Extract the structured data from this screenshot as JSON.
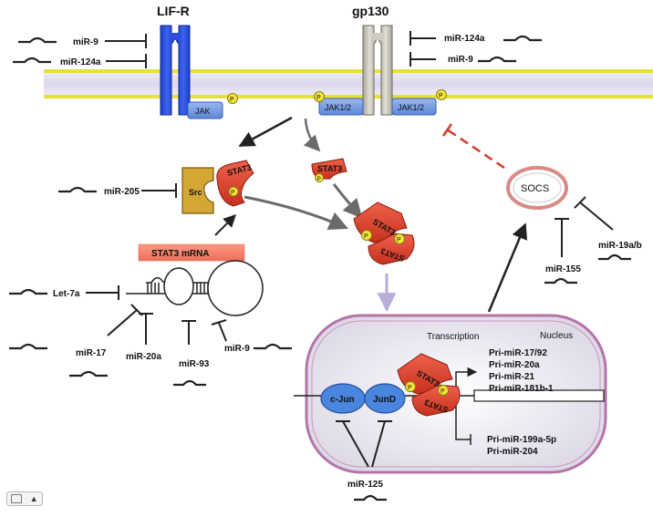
{
  "receptors": {
    "lifr": "LIF-R",
    "gp130": "gp130"
  },
  "kinases": {
    "jak": "JAK",
    "jak12_left": "JAK1/2",
    "jak12_right": "JAK1/2",
    "phospho": "P"
  },
  "mirnas": {
    "mir9_top": "miR-9",
    "mir124a_left": "miR-124a",
    "mir124a_right": "miR-124a",
    "mir9_right": "miR-9",
    "mir205": "miR-205",
    "let7a": "Let-7a",
    "mir17": "miR-17",
    "mir20a": "miR-20a",
    "mir93": "miR-93",
    "mir9_bottom": "miR-9",
    "mir155": "miR-155",
    "mir19ab": "miR-19a/b",
    "mir125": "miR-125"
  },
  "proteins": {
    "src": "Src",
    "stat3": "STAT3",
    "socs": "SOCS",
    "cjun": "c-Jun",
    "jund": "JunD"
  },
  "mrna_label": "STAT3 mRNA",
  "nucleus": {
    "label": "Nucleus",
    "transcription": "Transcription"
  },
  "targets_up": [
    "Pri-miR-17/92",
    "Pri-miR-20a",
    "Pri-miR-21",
    "Pri-miR-181b-1"
  ],
  "targets_down": [
    "Pri-miR-199a-5p",
    "Pri-miR-204"
  ],
  "widget": {
    "arrow": "▲"
  }
}
